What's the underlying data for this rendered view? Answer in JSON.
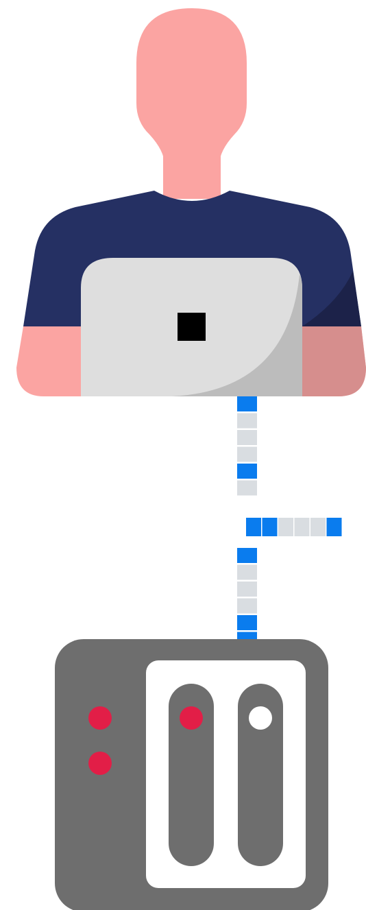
{
  "colors": {
    "skin": "#fba4a2",
    "skin_shadow": "#d68e8d",
    "shirt": "#253063",
    "shirt_shadow": "#1c2249",
    "laptop": "#dedede",
    "laptop_shadow": "#bcbcbc",
    "laptop_logo": "#000000",
    "bit_on": "#0a7cee",
    "bit_off": "#d9dde1",
    "nas_body": "#6e6e6e",
    "nas_panel": "#ffffff",
    "led_red": "#e21e47",
    "led_white": "#ffffff"
  },
  "icons": {
    "user": "person-with-laptop-icon",
    "storage": "nas-server-icon"
  },
  "data_stream": {
    "upper_column": [
      1,
      0,
      0,
      0,
      1,
      0
    ],
    "middle_row": [
      1,
      1,
      0,
      0,
      0,
      1
    ],
    "lower_column": [
      1,
      0,
      0,
      0,
      1,
      1
    ]
  }
}
